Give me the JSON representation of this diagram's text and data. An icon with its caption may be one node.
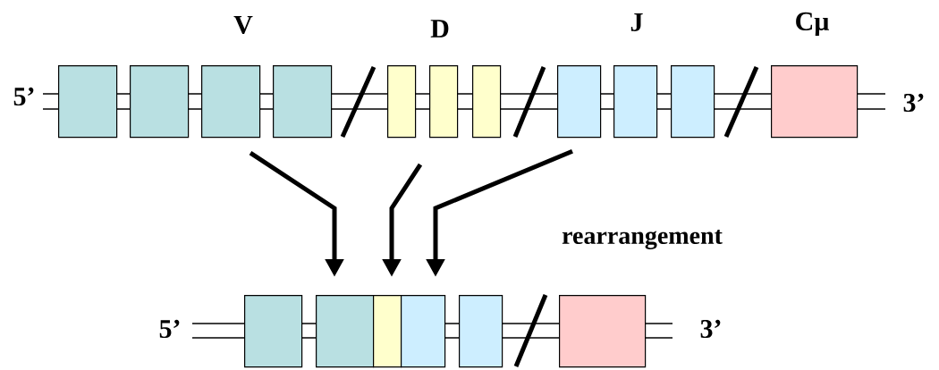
{
  "diagram": {
    "nodes": [
      {
        "text": [],
        "shape": "box"
      },
      {
        "text": [],
        "shape": "box"
      },
      {
        "text": [],
        "shape": "box"
      },
      {
        "text": [],
        "shape": "box"
      },
      {
        "text": [],
        "shape": "box"
      },
      {
        "text": [],
        "shape": "box"
      },
      {
        "text": [],
        "shape": "box"
      },
      {
        "text": [],
        "shape": "box"
      },
      {
        "text": [],
        "shape": "box"
      },
      {
        "text": [],
        "shape": "box"
      },
      {
        "text": [],
        "shape": "box"
      },
      {
        "text": [],
        "shape": "box"
      },
      {
        "text": [],
        "shape": "box"
      },
      {
        "text": [],
        "shape": "box"
      },
      {
        "text": [],
        "shape": "box"
      },
      {
        "text": [],
        "shape": "box"
      },
      {
        "text": [],
        "shape": "box"
      }
    ],
    "edges": [
      {
        "from": 2,
        "to": 12,
        "arrow": "to"
      },
      {
        "from": 5,
        "to": 13,
        "arrow": "to"
      },
      {
        "from": 7,
        "to": 14,
        "arrow": "to"
      }
    ],
    "labels": [
      "V",
      "D",
      "J",
      "Cμ",
      "5’",
      "3’",
      "rearrangement",
      "5’",
      "3’"
    ]
  }
}
